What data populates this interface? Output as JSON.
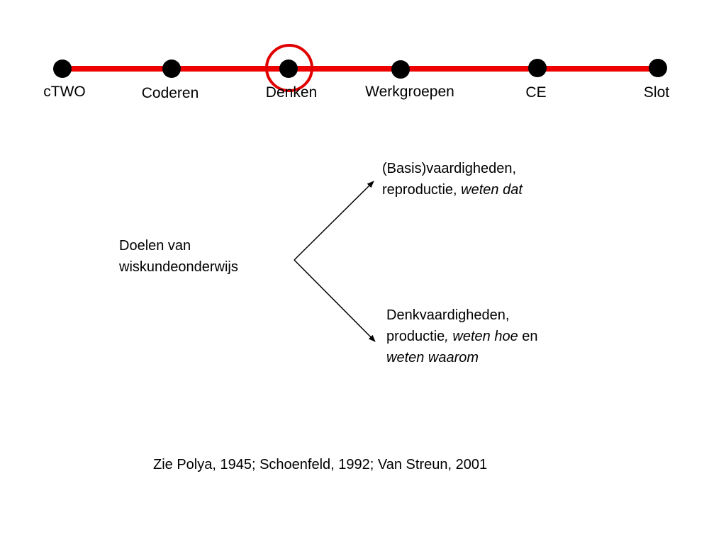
{
  "timeline": {
    "color": "#ee0000",
    "highlight_color": "#e00000",
    "current_index": 2,
    "stops": [
      {
        "label": "cTWO"
      },
      {
        "label": "Coderen"
      },
      {
        "label": "Denken"
      },
      {
        "label": "Werkgroepen"
      },
      {
        "label": "CE"
      },
      {
        "label": "Slot"
      }
    ]
  },
  "diagram": {
    "source": {
      "line1": "Doelen van",
      "line2": "wiskundeonderwijs"
    },
    "branch_top": {
      "line1": "(Basis)vaardigheden,",
      "line2_plain": "reproductie, ",
      "line2_italic": "weten dat"
    },
    "branch_bottom": {
      "line1": "Denkvaardigheden,",
      "line2_plain": "productie",
      "line2_italic": ", weten hoe",
      "line2_tail": " en",
      "line3_italic": "weten waarom"
    }
  },
  "citation": "Zie Polya, 1945; Schoenfeld, 1992; Van Streun, 2001"
}
